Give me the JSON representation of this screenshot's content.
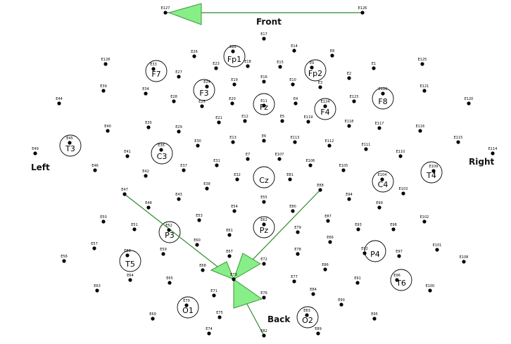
{
  "directions": {
    "front": "Front",
    "back": "Back",
    "left": "Left",
    "right": "Right"
  },
  "colors": {
    "arrow_fill": "#88ee88",
    "arrow_stroke": "#3a9a3a",
    "line": "#2e8b2e",
    "dot": "#000000"
  },
  "electrodes": [
    "E127",
    "E126",
    "E17",
    "E26",
    "E22",
    "E14",
    "E8",
    "E128",
    "E33",
    "E23",
    "E18",
    "E15",
    "E9",
    "E1",
    "E125",
    "E39",
    "E27",
    "E34",
    "E24",
    "E19",
    "E16",
    "E10",
    "E3",
    "E2",
    "E44",
    "E28",
    "E25",
    "E20",
    "E11",
    "E4",
    "E124",
    "E123",
    "E122",
    "E121",
    "E120",
    "E40",
    "E35",
    "E29",
    "E21",
    "E12",
    "E5",
    "E119",
    "E118",
    "E117",
    "E116",
    "E45",
    "E49",
    "E41",
    "E36",
    "E30",
    "E13",
    "E6",
    "E113",
    "E112",
    "E111",
    "E110",
    "E115",
    "E114",
    "E46",
    "E42",
    "E37",
    "E31",
    "E7",
    "E107",
    "E106",
    "E105",
    "E104",
    "E109",
    "E47",
    "E38",
    "E32",
    "E55",
    "E81",
    "E88",
    "E43",
    "E48",
    "E54",
    "E80",
    "E94",
    "E99",
    "E103",
    "E50",
    "E51",
    "E52",
    "E53",
    "E62",
    "E79",
    "E87",
    "E93",
    "E98",
    "E102",
    "E57",
    "E58",
    "E59",
    "E60",
    "E61",
    "E66",
    "E92",
    "E97",
    "E101",
    "E108",
    "E56",
    "E67",
    "E72",
    "E78",
    "E86",
    "E65",
    "E64",
    "E71",
    "E70",
    "E77",
    "E84",
    "E91",
    "E96",
    "E100",
    "E63",
    "E69",
    "E75",
    "E76",
    "E90",
    "E83",
    "E95",
    "E74",
    "E89",
    "E82",
    "E68",
    "E73"
  ],
  "sites": [
    "Fp1",
    "Fp2",
    "F7",
    "F3",
    "Fz",
    "F4",
    "F8",
    "T3",
    "C3",
    "Cz",
    "C4",
    "T4",
    "P3",
    "Pz",
    "P4",
    "T5",
    "T6",
    "O1",
    "O2"
  ]
}
